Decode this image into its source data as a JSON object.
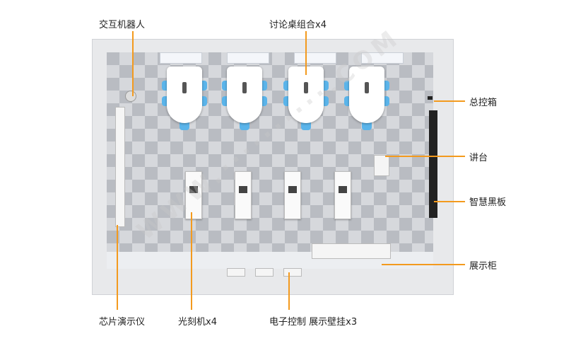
{
  "labels": {
    "robot": "交互机器人",
    "tables": "讨论桌组合x4",
    "control_box": "总控箱",
    "podium": "讲台",
    "smart_board": "智慧黑板",
    "cabinet": "展示柜",
    "chip_demo": "芯片演示仪",
    "litho": "光刻机x4",
    "wall_display": "电子控制 展示壁挂x3"
  },
  "colors": {
    "accent": "#f39a1e",
    "chair": "#5ab4ea"
  }
}
